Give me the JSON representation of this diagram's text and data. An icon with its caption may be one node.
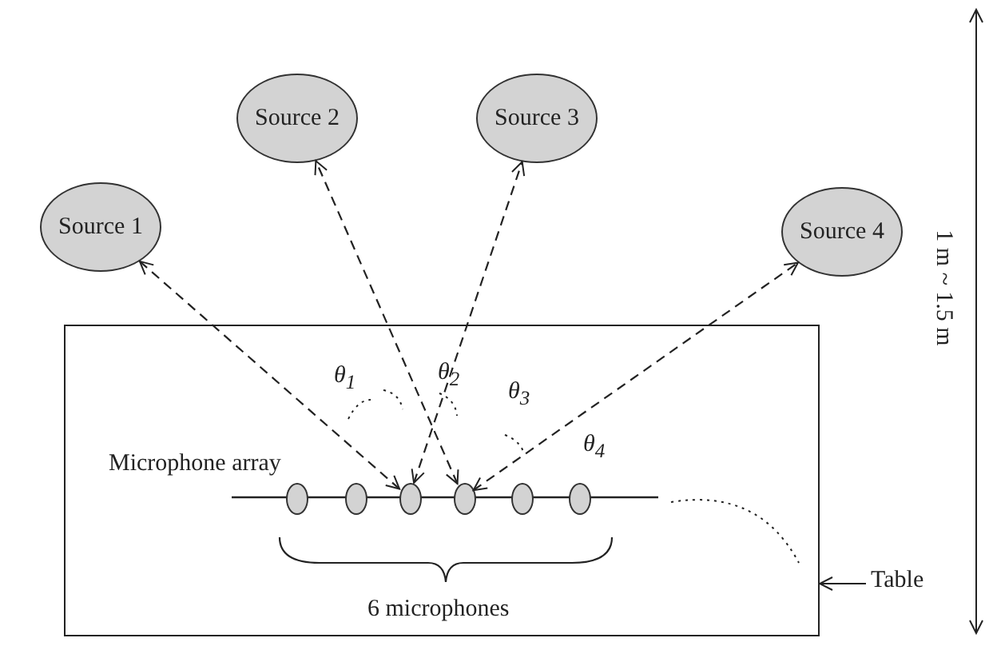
{
  "diagram": {
    "nodes": [
      {
        "text": [
          "Source 1"
        ]
      },
      {
        "text": [
          "Source 2"
        ]
      },
      {
        "text": [
          "Source 3"
        ]
      },
      {
        "text": [
          "Source 4"
        ]
      },
      {
        "text": [],
        "shape": "box"
      },
      {
        "text": [],
        "shape": "circle",
        "in": 4
      },
      {
        "text": [],
        "shape": "circle",
        "in": 4
      },
      {
        "text": [],
        "shape": "circle",
        "in": 4
      },
      {
        "text": [],
        "shape": "circle",
        "in": 4
      },
      {
        "text": [],
        "shape": "circle",
        "in": 4
      },
      {
        "text": [],
        "shape": "circle",
        "in": 4
      },
      {
        "text": [
          "Table"
        ]
      }
    ],
    "edges": [
      {
        "from": 7,
        "to": 0,
        "arrow": "both",
        "style": "dashed"
      },
      {
        "from": 8,
        "to": 1,
        "arrow": "both",
        "style": "dashed"
      },
      {
        "from": 7,
        "to": 2,
        "arrow": "both",
        "style": "dashed"
      },
      {
        "from": 8,
        "to": 3,
        "arrow": "both",
        "style": "dashed"
      },
      {
        "from": 11,
        "to": 4,
        "arrow": "to"
      }
    ],
    "labels": [
      "1 m ~ 1.5 m",
      "θ$_{1}$",
      "θ$_{2}$",
      "θ$_{3}$",
      "θ$_{4}$",
      "Microphone array",
      "6 microphones"
    ]
  }
}
